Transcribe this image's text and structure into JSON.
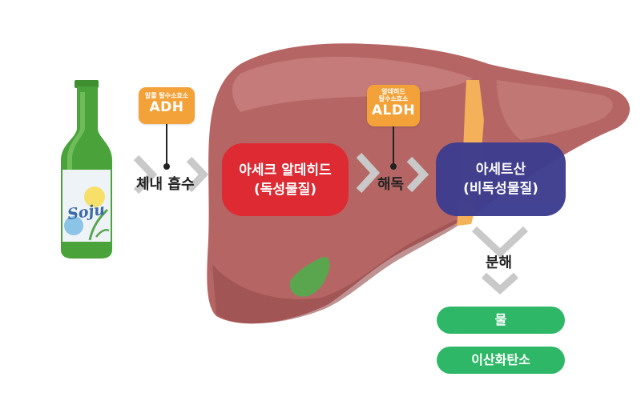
{
  "bottle": {
    "label_text": "Soju"
  },
  "enzyme_adh": {
    "sub": "알콜 탈수소효소",
    "name": "ADH"
  },
  "enzyme_aldh": {
    "sub_line1": "알데히드",
    "sub_line2": "탈수소효소",
    "name": "ALDH"
  },
  "step_absorb": "체내 흡수",
  "acetaldehyde": {
    "line1": "아세크 알데히드",
    "line2": "(독성물질)"
  },
  "step_detox": "해독",
  "acetic_acid": {
    "line1": "아세트산",
    "line2": "(비독성물질)"
  },
  "step_decompose": "분해",
  "products": [
    "물",
    "이산화탄소"
  ],
  "colors": {
    "liver": "#b56664",
    "liver_highlight": "#cf8a86",
    "liver_shadow": "#944a49",
    "gallbladder": "#5aa64f",
    "ligament": "#f5b05a",
    "enzyme": "#f3a23a",
    "toxic": "#dd2a33",
    "nontoxic": "#3d3d8f",
    "result": "#2fb768",
    "chevron": "#c9c9c9",
    "bottle": "#4aa33a"
  }
}
